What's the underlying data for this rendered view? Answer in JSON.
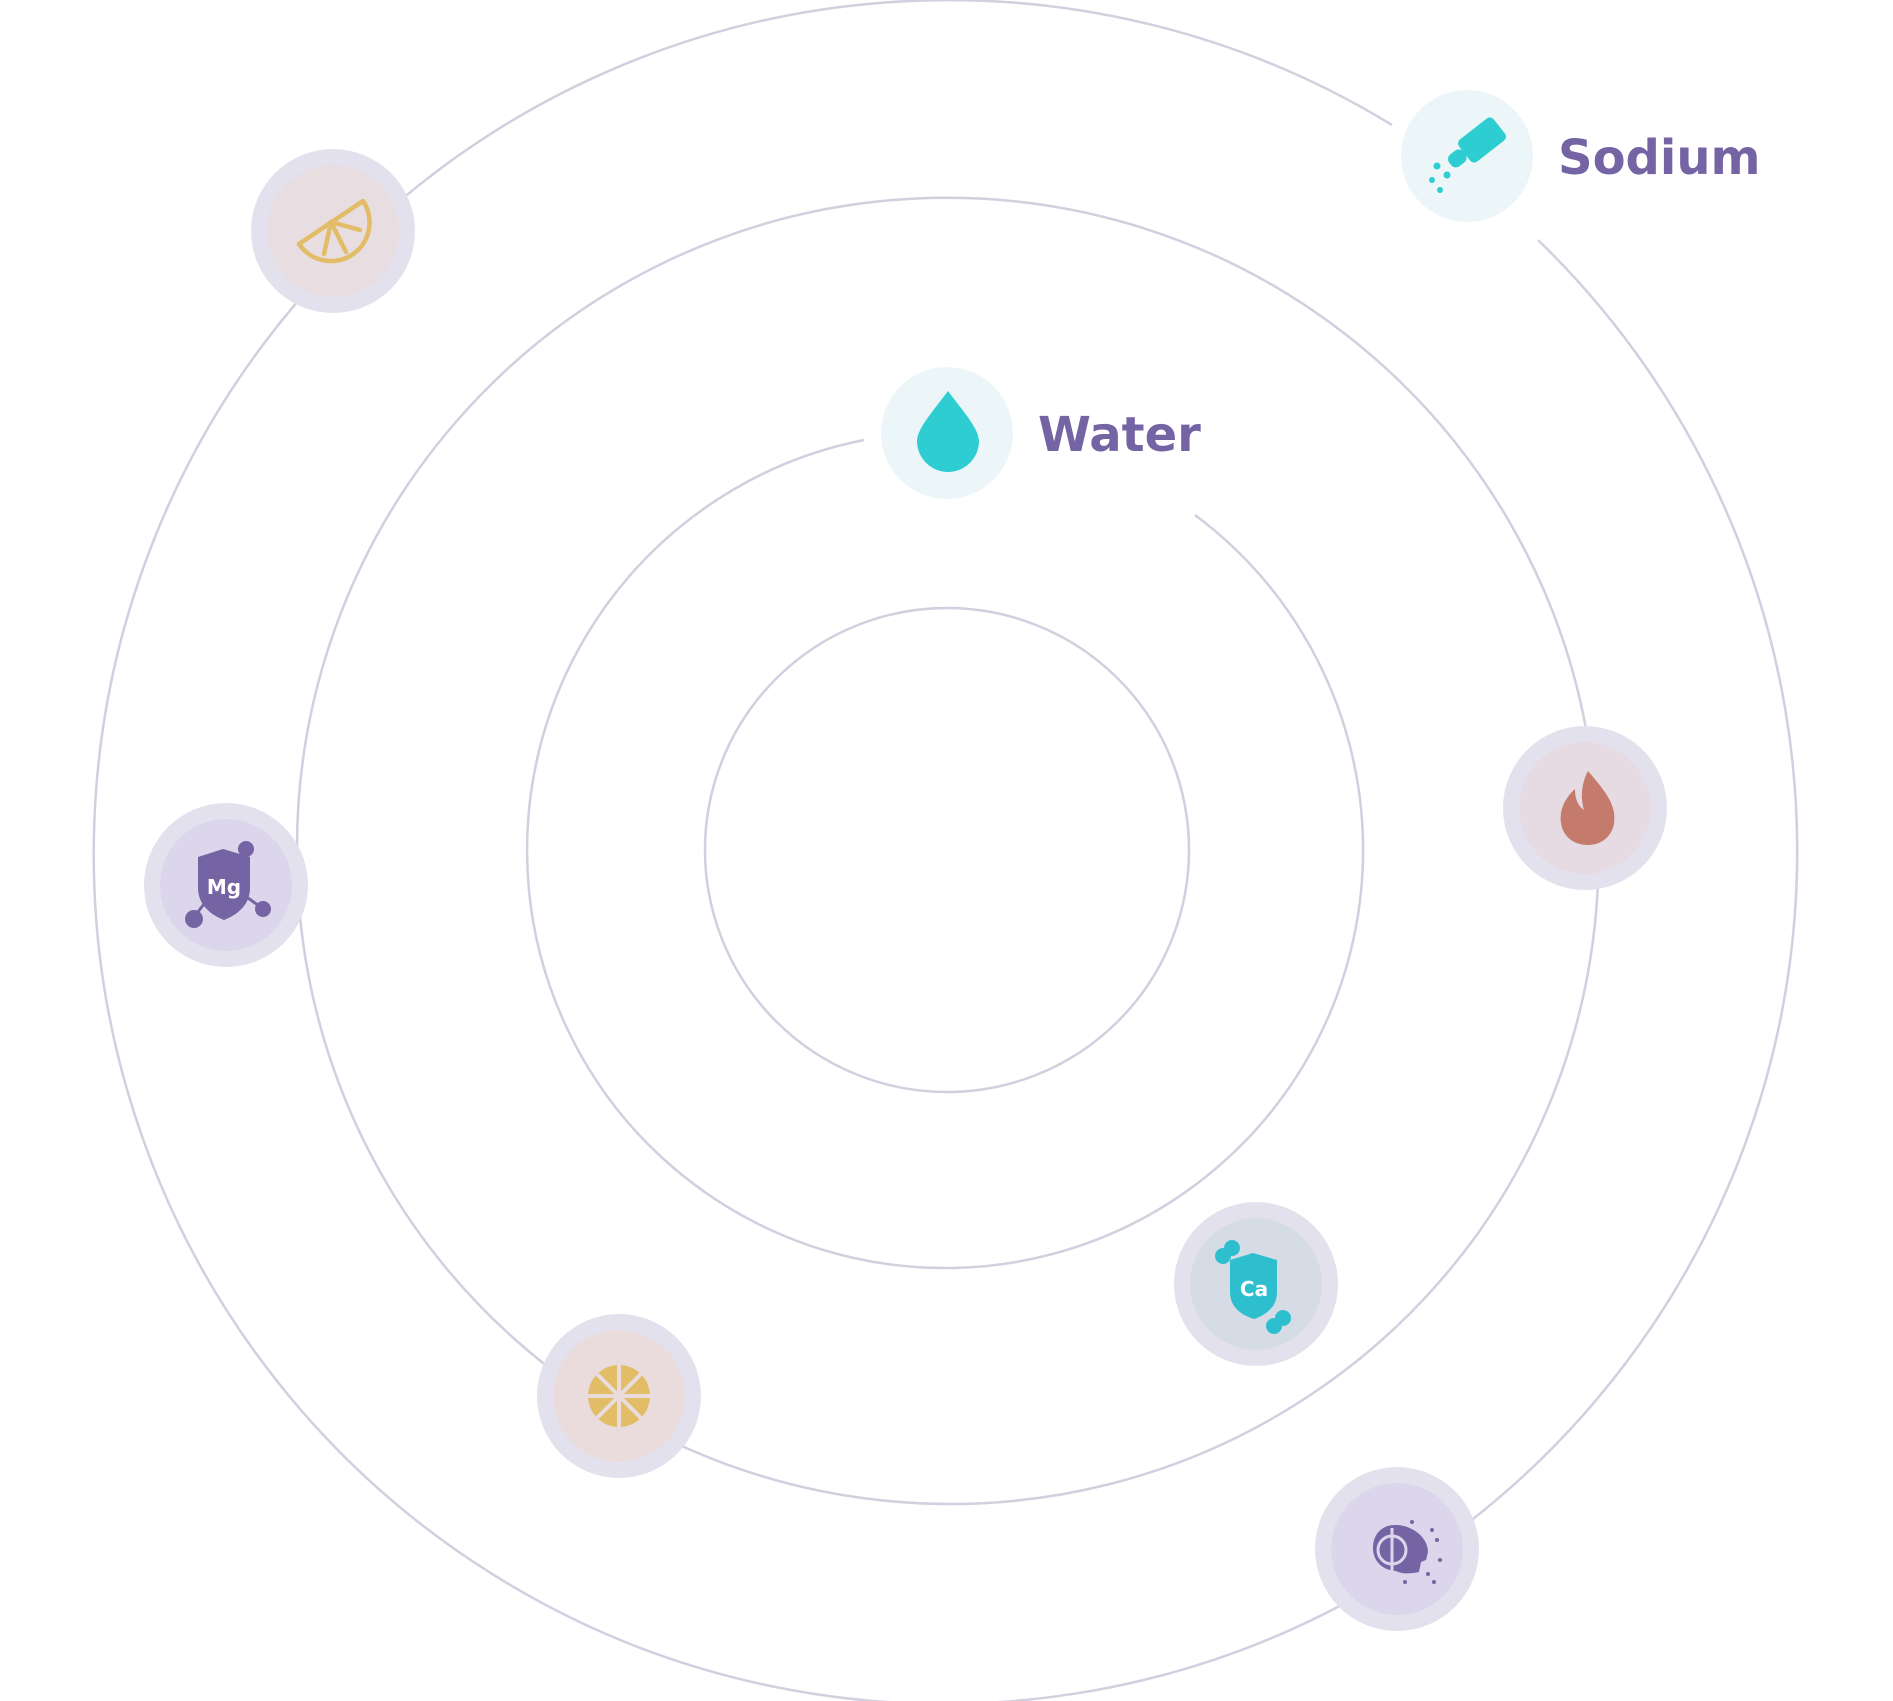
{
  "labels": {
    "water": "Water",
    "sodium": "Sodium",
    "magnesium_symbol": "Mg",
    "calcium_symbol": "Ca"
  },
  "nodes": [
    {
      "id": "water",
      "icon": "water-drop-icon",
      "label": "Water"
    },
    {
      "id": "sodium",
      "icon": "salt-shaker-icon",
      "label": "Sodium"
    },
    {
      "id": "lemon-wedge",
      "icon": "lemon-wedge-icon"
    },
    {
      "id": "magnesium",
      "icon": "magnesium-shield-icon"
    },
    {
      "id": "citrus-slice",
      "icon": "citrus-slice-icon"
    },
    {
      "id": "calcium",
      "icon": "calcium-bone-shield-icon"
    },
    {
      "id": "flame",
      "icon": "flame-icon"
    },
    {
      "id": "brain",
      "icon": "brain-head-icon"
    }
  ],
  "colors": {
    "orbit": "#d2cfdf",
    "label": "#7564a3",
    "teal": "#2ecdd2",
    "gold": "#e2bc66",
    "purple": "#7564a3",
    "flame": "#c47b6c"
  }
}
